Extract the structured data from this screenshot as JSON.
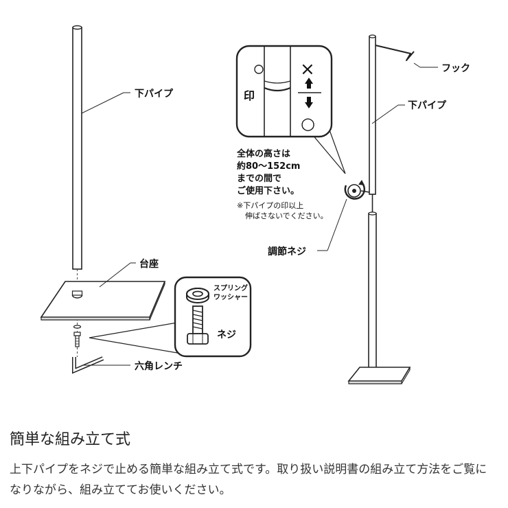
{
  "left_assembly": {
    "pipe_label": "下パイプ",
    "base_label": "台座",
    "screw_label": "ネジ",
    "washer_label_line1": "スプリング",
    "washer_label_line2": "ワッシャー",
    "wrench_label": "六角レンチ"
  },
  "right_assembly": {
    "hook_label": "フック",
    "pipe_label": "下パイプ",
    "screw_label": "調節ネジ",
    "callout_mark_label": "印",
    "callout_ng_symbol": "×",
    "callout_ok_symbol": "○",
    "height_note_line1": "全体の高さは",
    "height_note_line2": "約80～152cm",
    "height_note_line3": "までの間で",
    "height_note_line4": "ご使用下さい。",
    "warning_line1": "※下パイプの印以上",
    "warning_line2": "伸ばさないでください。"
  },
  "caption": {
    "heading": "簡単な組み立て式",
    "description": "上下パイプをネジで止める簡単な組み立て式です。取り扱い説明書の組み立て方法をご覧になりながら、組み立ててお使いください。"
  }
}
